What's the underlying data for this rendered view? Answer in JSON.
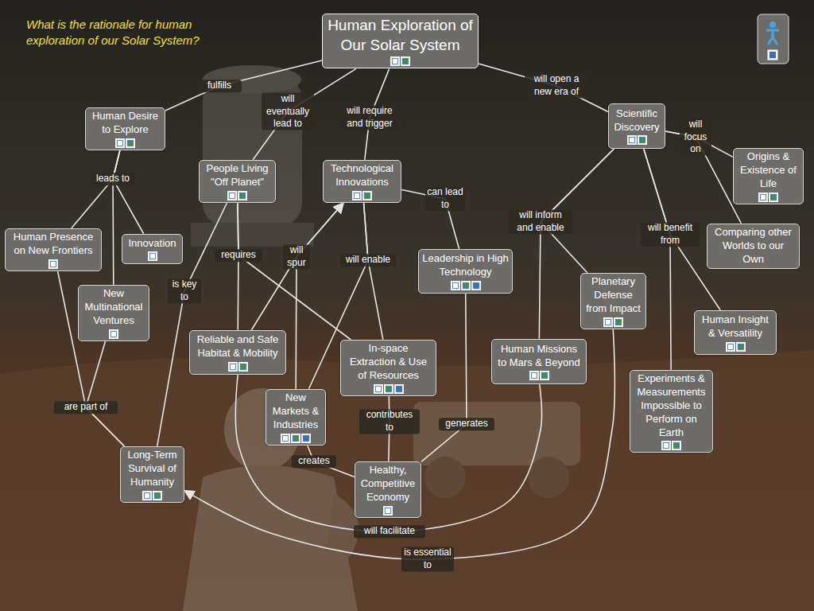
{
  "diagram": {
    "title": "What is the rationale for human exploration of our Solar System?",
    "nodes": [
      {
        "text": [
          "Human Exploration of Our Solar System"
        ]
      },
      {
        "text": [
          "Human Desire to Explore"
        ]
      },
      {
        "text": [
          "People Living \"Off Planet\""
        ]
      },
      {
        "text": [
          "Technological Innovations"
        ]
      },
      {
        "text": [
          "Scientific Discovery"
        ]
      },
      {
        "text": [
          "Origins & Existence of Life"
        ]
      },
      {
        "text": [
          "Human Presence on New Frontiers"
        ]
      },
      {
        "text": [
          "Innovation"
        ]
      },
      {
        "text": [
          "New Multinational Ventures"
        ]
      },
      {
        "text": [
          "Comparing other Worlds to our Own"
        ]
      },
      {
        "text": [
          "Leadership in High Technology"
        ]
      },
      {
        "text": [
          "Planetary Defense from Impact"
        ]
      },
      {
        "text": [
          "Reliable and Safe Habitat & Mobility"
        ]
      },
      {
        "text": [
          "In-space Extraction & Use of Resources"
        ]
      },
      {
        "text": [
          "Human Missions to Mars & Beyond"
        ]
      },
      {
        "text": [
          "Human Insight & Versatility"
        ]
      },
      {
        "text": [
          "New Markets & Industries"
        ]
      },
      {
        "text": [
          "Experiments & Measurements Impossible to Perform on Earth"
        ]
      },
      {
        "text": [
          "Long-Term Survival of Humanity"
        ]
      },
      {
        "text": [
          "Healthy, Competitive Economy"
        ]
      }
    ],
    "edges": [
      {
        "from": 0,
        "to": 1,
        "label": "fulfills",
        "arrow": "none"
      },
      {
        "from": 0,
        "to": 2,
        "label": "will eventually lead to",
        "arrow": "none"
      },
      {
        "from": 0,
        "to": 3,
        "label": "will require and trigger",
        "arrow": "none"
      },
      {
        "from": 0,
        "to": 4,
        "label": "will open a new era of",
        "arrow": "none"
      },
      {
        "from": 1,
        "to": 6,
        "label": "leads to",
        "arrow": "none"
      },
      {
        "from": 1,
        "to": 7,
        "arrow": "none"
      },
      {
        "from": 1,
        "to": 8,
        "arrow": "none"
      },
      {
        "from": 2,
        "to": 12,
        "label": "requires",
        "arrow": "none"
      },
      {
        "from": 2,
        "to": 13,
        "arrow": "none"
      },
      {
        "from": 2,
        "to": 18,
        "label": "is key to",
        "arrow": "none"
      },
      {
        "from": 12,
        "to": 3,
        "label": "will spur",
        "arrow": "to"
      },
      {
        "from": 16,
        "to": 3,
        "arrow": "to"
      },
      {
        "from": 3,
        "to": 13,
        "label": "will enable",
        "arrow": "none"
      },
      {
        "from": 3,
        "to": 16,
        "arrow": "none"
      },
      {
        "from": 3,
        "to": 10,
        "label": "can lead to",
        "arrow": "none"
      },
      {
        "from": 4,
        "to": 5,
        "label": "will focus on",
        "arrow": "none"
      },
      {
        "from": 4,
        "to": 9,
        "arrow": "none"
      },
      {
        "from": 4,
        "to": 14,
        "label": "will inform and enable",
        "arrow": "none"
      },
      {
        "from": 4,
        "to": 11,
        "arrow": "none"
      },
      {
        "from": 4,
        "to": 17,
        "label": "will benefit from",
        "arrow": "none"
      },
      {
        "from": 4,
        "to": 15,
        "arrow": "none"
      },
      {
        "from": 6,
        "to": 18,
        "label": "are part of",
        "arrow": "none"
      },
      {
        "from": 8,
        "to": 18,
        "arrow": "none"
      },
      {
        "from": 13,
        "to": 19,
        "label": "contributes to",
        "arrow": "none"
      },
      {
        "from": 10,
        "to": 19,
        "label": "generates",
        "arrow": "none"
      },
      {
        "from": 16,
        "to": 19,
        "label": "creates",
        "arrow": "none"
      },
      {
        "from": 12,
        "to": 14,
        "label": "will facilitate",
        "arrow": "none"
      },
      {
        "from": 11,
        "to": 18,
        "label": "is essential to",
        "arrow": "to"
      }
    ]
  }
}
